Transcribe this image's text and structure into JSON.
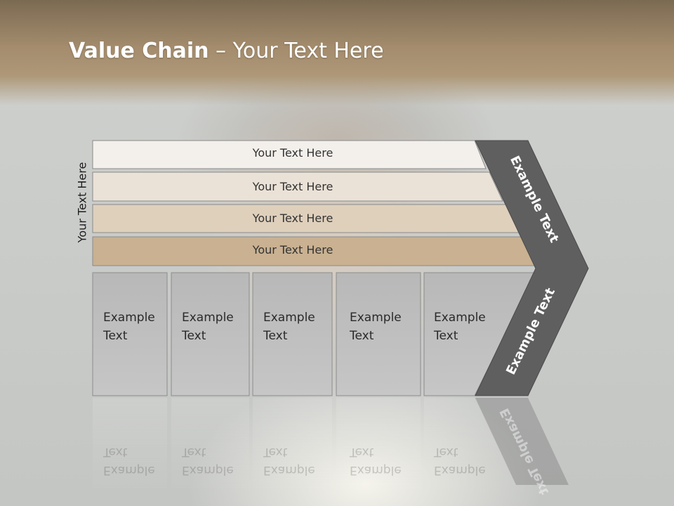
{
  "title": {
    "bold": "Value Chain",
    "rest": " – Your Text Here"
  },
  "side_label": "Your Text Here",
  "rows": [
    {
      "label": "Your Text Here",
      "color": "#f3f0ec"
    },
    {
      "label": "Your Text Here",
      "color": "#ebe2d7"
    },
    {
      "label": "Your Text Here",
      "color": "#dfd0bc"
    },
    {
      "label": "Your Text Here",
      "color": "#c9b191"
    }
  ],
  "boxes": [
    {
      "line1": "Example",
      "line2": "Text"
    },
    {
      "line1": "Example",
      "line2": "Text"
    },
    {
      "line1": "Example",
      "line2": "Text"
    },
    {
      "line1": "Example",
      "line2": "Text"
    },
    {
      "line1": "Example",
      "line2": "Text"
    }
  ],
  "chevron": {
    "upper": "Example Text",
    "lower": "Example Text",
    "color": "#5f5f5f"
  }
}
